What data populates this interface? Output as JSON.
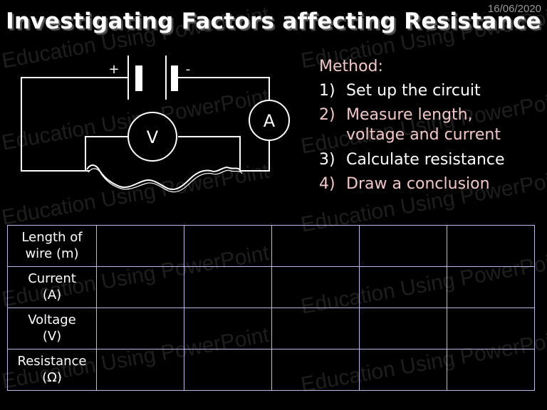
{
  "date": "16/06/2020",
  "title": "Investigating Factors affecting Resistance",
  "watermark": "Education Using PowerPoint",
  "circuit": {
    "battery_plus": "+",
    "battery_minus": "-",
    "ammeter_label": "A",
    "voltmeter_label": "V"
  },
  "method": {
    "heading": "Method:",
    "steps": [
      {
        "num": "1)",
        "line1": "Set up the circuit",
        "line2": "",
        "color": "#ffffff"
      },
      {
        "num": "2)",
        "line1": "Measure length,",
        "line2": "voltage and current",
        "color": "#f4c7c7"
      },
      {
        "num": "3)",
        "line1": "Calculate resistance",
        "line2": "",
        "color": "#ffffff"
      },
      {
        "num": "4)",
        "line1": "Draw a conclusion",
        "line2": "",
        "color": "#f4c7c7"
      }
    ]
  },
  "table": {
    "rows": [
      {
        "line1": "Length of",
        "line2": "wire (m)"
      },
      {
        "line1": "Current",
        "line2": "(A)"
      },
      {
        "line1": "Voltage",
        "line2": "(V)"
      },
      {
        "line1": "Resistance",
        "line2": "(Ω)"
      }
    ],
    "data_columns": 5
  },
  "colors": {
    "background": "#000000",
    "method_heading": "#f4c7c7",
    "table_border": "#b9b9e6",
    "watermark": "#1e1e1e"
  }
}
